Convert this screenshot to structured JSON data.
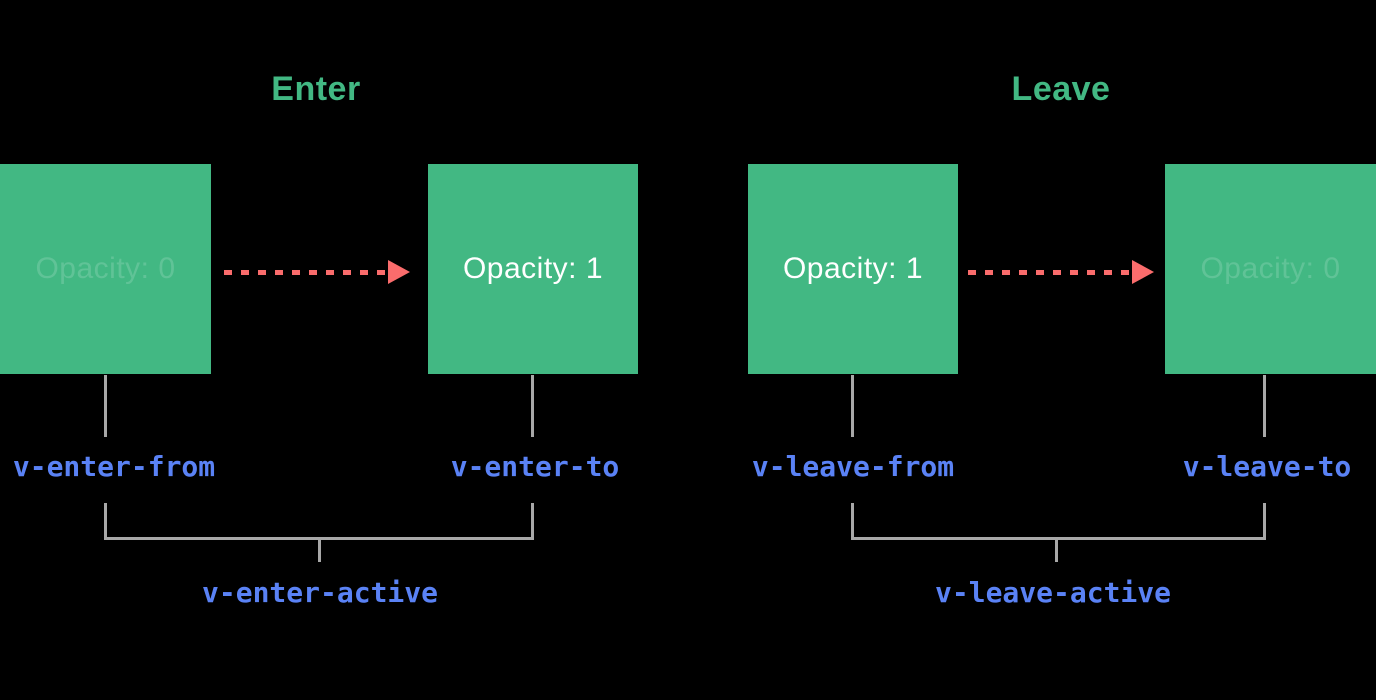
{
  "colors": {
    "background": "#000000",
    "green": "#42b883",
    "blue": "#5a82f5",
    "red": "#fa6c6c",
    "gray": "#a8a8a8"
  },
  "enter": {
    "title": "Enter",
    "from_box": {
      "label": "Opacity: 0"
    },
    "to_box": {
      "label": "Opacity: 1"
    },
    "from_class": "v-enter-from",
    "to_class": "v-enter-to",
    "active_class": "v-enter-active"
  },
  "leave": {
    "title": "Leave",
    "from_box": {
      "label": "Opacity: 1"
    },
    "to_box": {
      "label": "Opacity: 0"
    },
    "from_class": "v-leave-from",
    "to_class": "v-leave-to",
    "active_class": "v-leave-active"
  }
}
